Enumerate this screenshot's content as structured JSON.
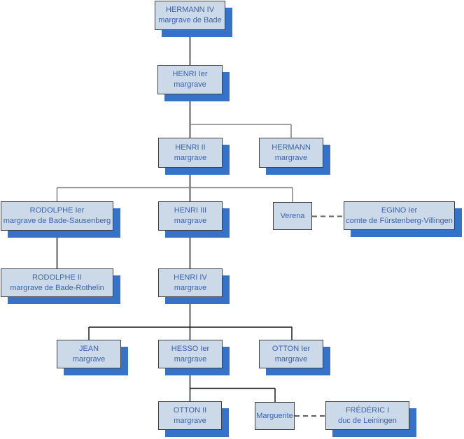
{
  "title": "Genealogy tree of the margraves of Baden",
  "styles": {
    "node_fill": "#ccd9e8",
    "node_border": "#404040",
    "node_shadow": "#3572c8",
    "node_text": "#3b63ad",
    "line_dark": "#1c1c1c",
    "line_gray": "#808080",
    "dashed_line": "#5f5f5f",
    "background": "#ffffff"
  },
  "nodes": [
    {
      "id": "hermann-iv",
      "line1": "HERMANN IV",
      "line2": "margrave de Bade"
    },
    {
      "id": "henri-1er",
      "line1": "HENRI Ier",
      "line2": "margrave"
    },
    {
      "id": "henri-2",
      "line1": "HENRI II",
      "line2": "margrave"
    },
    {
      "id": "hermann",
      "line1": "HERMANN",
      "line2": "margrave"
    },
    {
      "id": "rodolphe-1er",
      "line1": "RODOLPHE Ier",
      "line2": "margrave de Bade-Sausenberg"
    },
    {
      "id": "henri-3",
      "line1": "HENRI III",
      "line2": "margrave"
    },
    {
      "id": "verena",
      "line1": "Verena",
      "line2": ""
    },
    {
      "id": "egino-1er",
      "line1": "EGINO Ier",
      "line2": "comte de Fûrstenberg-Villingen"
    },
    {
      "id": "rodolphe-2",
      "line1": "RODOLPHE II",
      "line2": "margrave de Bade-Rothelin"
    },
    {
      "id": "henri-4",
      "line1": "HENRI IV",
      "line2": "margrave"
    },
    {
      "id": "jean",
      "line1": "JEAN",
      "line2": "margrave"
    },
    {
      "id": "hesso-1er",
      "line1": "HESSO Ier",
      "line2": "margrave"
    },
    {
      "id": "otton-1er",
      "line1": "OTTON Ier",
      "line2": "margrave"
    },
    {
      "id": "otton-2",
      "line1": "OTTON II",
      "line2": "margrave"
    },
    {
      "id": "marguerite",
      "line1": "Marguerite",
      "line2": ""
    },
    {
      "id": "frederic-1",
      "line1": "FRÉDÉRIC I",
      "line2": "duc de Leiningen"
    }
  ],
  "edges": [
    {
      "from": "HERMANN IV",
      "to": "HENRI Ier",
      "type": "descent"
    },
    {
      "from": "HENRI Ier",
      "to": "HENRI II",
      "type": "descent"
    },
    {
      "from": "HENRI Ier",
      "to": "HERMANN",
      "type": "descent"
    },
    {
      "from": "HENRI II",
      "to": "RODOLPHE Ier",
      "type": "descent"
    },
    {
      "from": "HENRI II",
      "to": "HENRI III",
      "type": "descent"
    },
    {
      "from": "HENRI II",
      "to": "Verena",
      "type": "descent"
    },
    {
      "from": "RODOLPHE Ier",
      "to": "RODOLPHE II",
      "type": "descent"
    },
    {
      "from": "HENRI III",
      "to": "HENRI IV",
      "type": "descent"
    },
    {
      "from": "HENRI IV",
      "to": "JEAN",
      "type": "descent"
    },
    {
      "from": "HENRI IV",
      "to": "HESSO Ier",
      "type": "descent"
    },
    {
      "from": "HENRI IV",
      "to": "OTTON Ier",
      "type": "descent"
    },
    {
      "from": "HESSO Ier",
      "to": "OTTON II",
      "type": "descent"
    },
    {
      "from": "HESSO Ier",
      "to": "Marguerite",
      "type": "descent"
    },
    {
      "from": "Verena",
      "to": "EGINO Ier",
      "type": "marriage-dashed"
    },
    {
      "from": "Marguerite",
      "to": "FRÉDÉRIC I",
      "type": "marriage-dashed"
    }
  ]
}
